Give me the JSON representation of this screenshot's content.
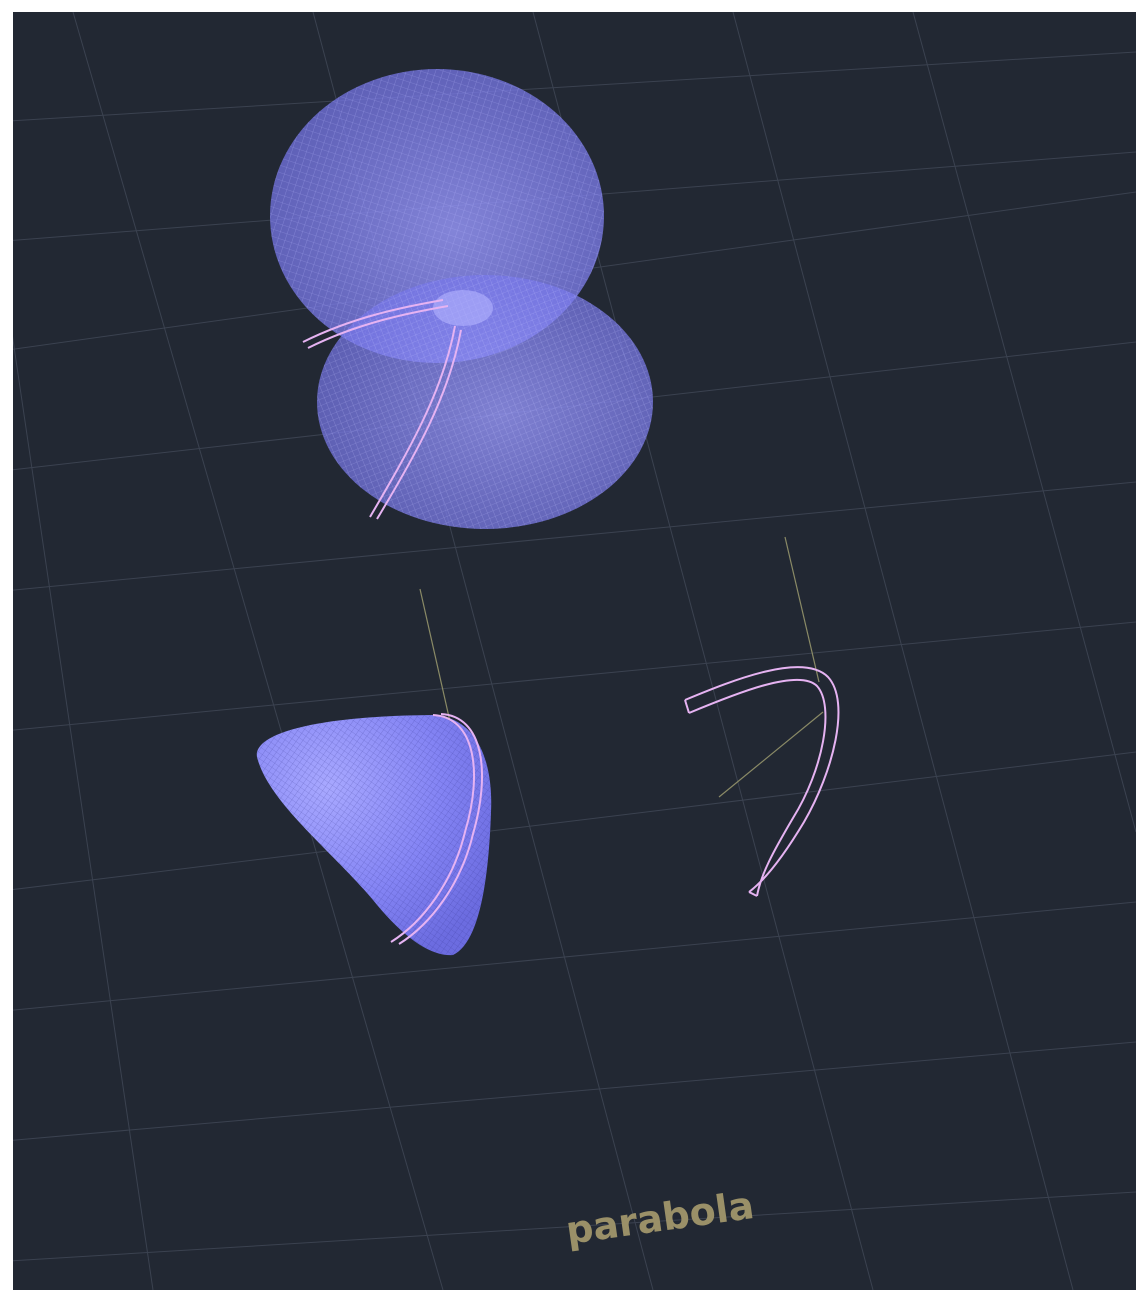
{
  "viewport": {
    "background": "#222833",
    "frame_color": "#ffffff"
  },
  "colors": {
    "grid_line": "#3b4250",
    "axis_line": "#8a8a66",
    "surface_fill": "#7c7cf6",
    "surface_mesh": "#b8b8ff",
    "profile_curve": "#e6b3f2",
    "label": "#9a9068"
  },
  "scene": {
    "objects": [
      "double-cone-surface",
      "paraboloid-section-surface",
      "parabola-curve"
    ]
  },
  "label": {
    "text": "parabola"
  }
}
